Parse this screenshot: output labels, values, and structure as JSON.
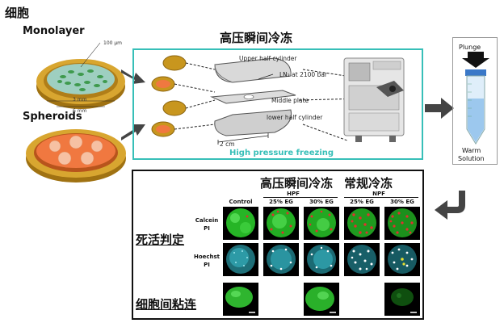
{
  "left": {
    "title": "细胞",
    "monolayer": "Monolayer",
    "spheroids": "Spheroids",
    "scale_100um": "100 µm",
    "dim_3mm": "3 mm",
    "dim_6mm": "6 mm"
  },
  "hpf_panel": {
    "title": "高压瞬间冷冻",
    "upper": "Upper half cylinder",
    "ln2": "LN₂ at 2100 bar",
    "middle": "Middle plate",
    "lower": "lower half cylinder",
    "dim_2cm": "2 cm",
    "caption": "High pressure freezing"
  },
  "plunge": {
    "top": "Plunge",
    "bottom_line1": "Warm",
    "bottom_line2": "Solution"
  },
  "results": {
    "title_hpf": "高压瞬间冷冻",
    "title_npf": "常规冷冻",
    "control": "Control",
    "hpf": "HPF",
    "npf": "NPF",
    "eg25": "25% EG",
    "eg30": "30% EG",
    "row1_line1": "Calcein",
    "row1_line2": "PI",
    "row2_line1": "Hoechst",
    "row2_line2": "PI",
    "label_live_dead": "死活判定",
    "label_adhesion": "细胞间粘连"
  },
  "colors": {
    "teal": "#37bfb8",
    "arrow": "#444444",
    "gold": "#c8961e",
    "green": "#2fbf2f",
    "red": "#e03030"
  }
}
